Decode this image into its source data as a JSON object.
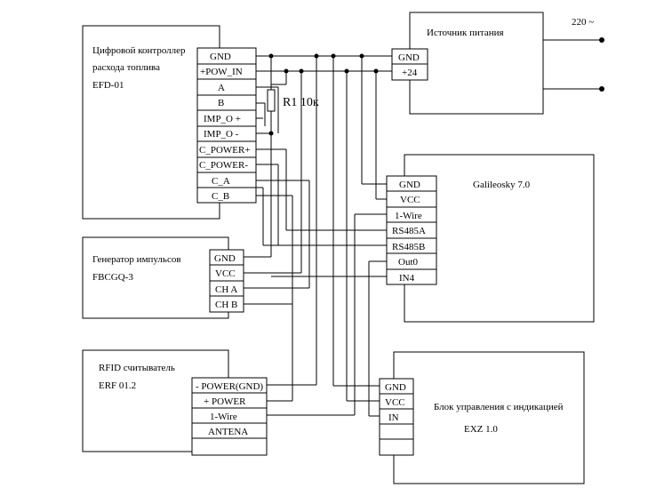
{
  "blocks": {
    "efd": {
      "title_lines": [
        "Цифровой контроллер",
        "расхода топлива",
        "EFD-01"
      ],
      "pins": [
        "GND",
        "+POW_IN",
        "A",
        "B",
        "IMP_O +",
        "IMP_O -",
        "C_POWER+",
        "C_POWER-",
        "C_A",
        "C_B"
      ]
    },
    "psu": {
      "title": "Источник питания",
      "pins": [
        "GND",
        "+24"
      ],
      "mains_label": "220 ~"
    },
    "galileo": {
      "title": "Galileosky 7.0",
      "pins": [
        "GND",
        "VCC",
        "1-Wire",
        "RS485A",
        "RS485B",
        "Out0",
        "IN4"
      ]
    },
    "gen": {
      "title_lines": [
        "Генератор импульсов",
        "FBCGQ-3"
      ],
      "pins": [
        "GND",
        "VCC",
        "CH A",
        "CH B"
      ]
    },
    "rfid": {
      "title_lines": [
        "RFID считыватель",
        "ERF 01.2"
      ],
      "pins": [
        "- POWER(GND)",
        "+ POWER",
        "1-Wire",
        "ANTENA"
      ]
    },
    "exz": {
      "title_lines": [
        "Блок управления с индикацией",
        "EXZ 1.0"
      ],
      "pins": [
        "GND",
        "VCC",
        "IN",
        "",
        ""
      ]
    },
    "resistor": {
      "label": "R1 10к"
    }
  }
}
